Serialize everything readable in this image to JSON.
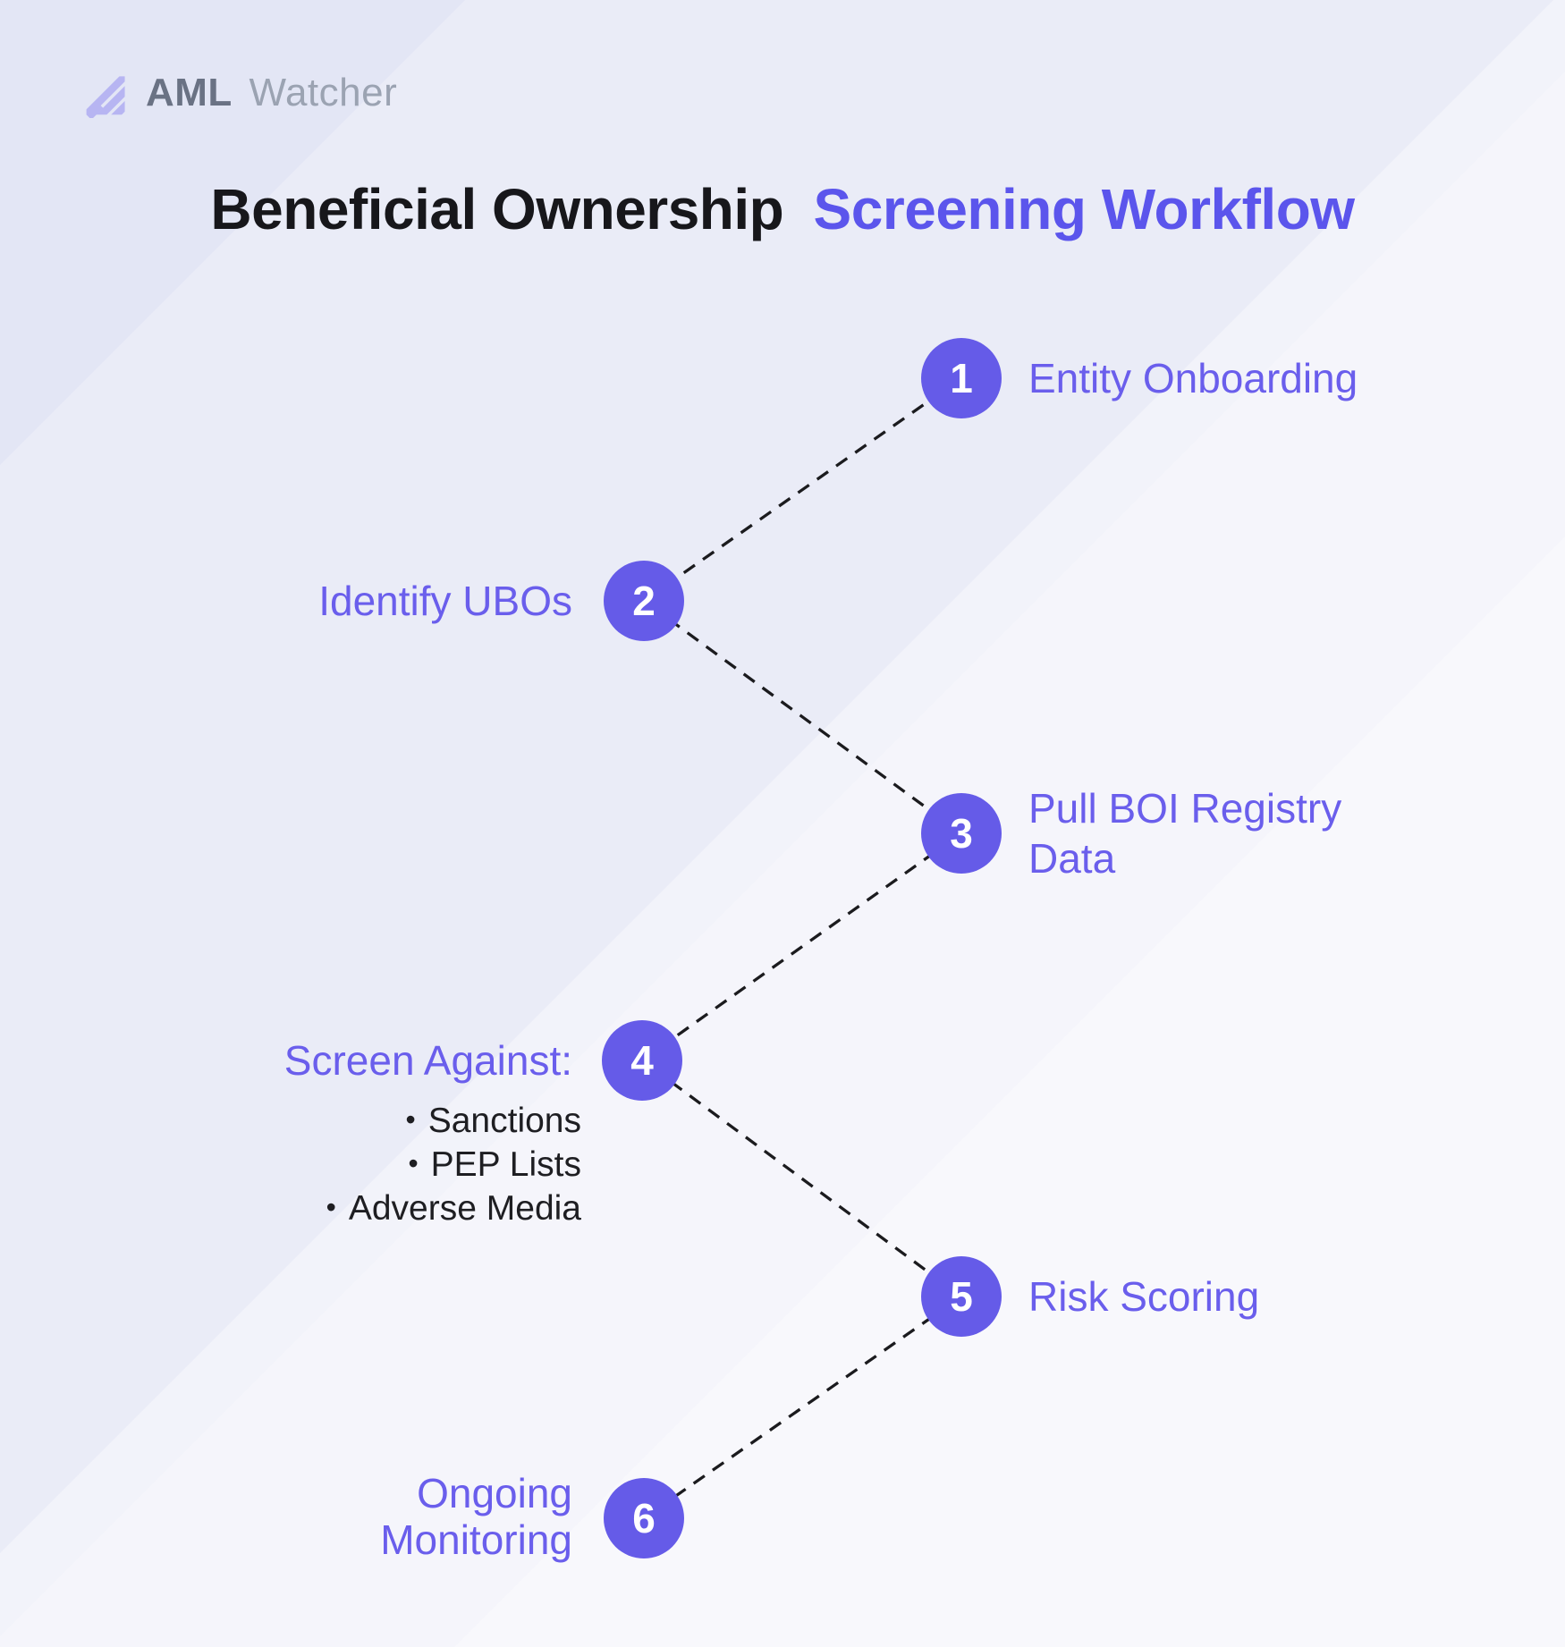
{
  "brand": {
    "name_bold": "AML",
    "name_light": "Watcher",
    "mark_color": "#B7B5F2",
    "name_bold_color": "#6A7284",
    "name_light_color": "#9BA3B2"
  },
  "title": {
    "part1": "Beneficial Ownership",
    "part2": "Screening Workflow",
    "part1_color": "#17171B",
    "part2_color": "#5B55EC"
  },
  "colors": {
    "background": "#EAECF7",
    "background_highlight": "#F7F8FC",
    "node_fill": "#655BE8",
    "node_number": "#FFFFFF",
    "label_text": "#6A5EEC",
    "list_text": "#1E1E22",
    "connector": "#1B1B1E"
  },
  "list_bullet": "•",
  "steps": [
    {
      "number": "1",
      "side": "right",
      "label": "Entity Onboarding",
      "label_lines": [
        "Entity Onboarding"
      ]
    },
    {
      "number": "2",
      "side": "left",
      "label": "Identify UBOs",
      "label_lines": [
        "Identify UBOs"
      ]
    },
    {
      "number": "3",
      "side": "right",
      "label": "Pull BOI Registry Data",
      "label_lines": [
        "Pull BOI Registry",
        "Data"
      ]
    },
    {
      "number": "4",
      "side": "left",
      "label": "Screen Against:",
      "label_lines": [
        "Screen Against:"
      ],
      "bullets": [
        "Sanctions",
        "PEP Lists",
        "Adverse Media"
      ]
    },
    {
      "number": "5",
      "side": "right",
      "label": "Risk Scoring",
      "label_lines": [
        "Risk Scoring"
      ]
    },
    {
      "number": "6",
      "side": "left",
      "label": "Ongoing Monitoring",
      "label_lines": [
        "Ongoing",
        "Monitoring"
      ]
    }
  ]
}
